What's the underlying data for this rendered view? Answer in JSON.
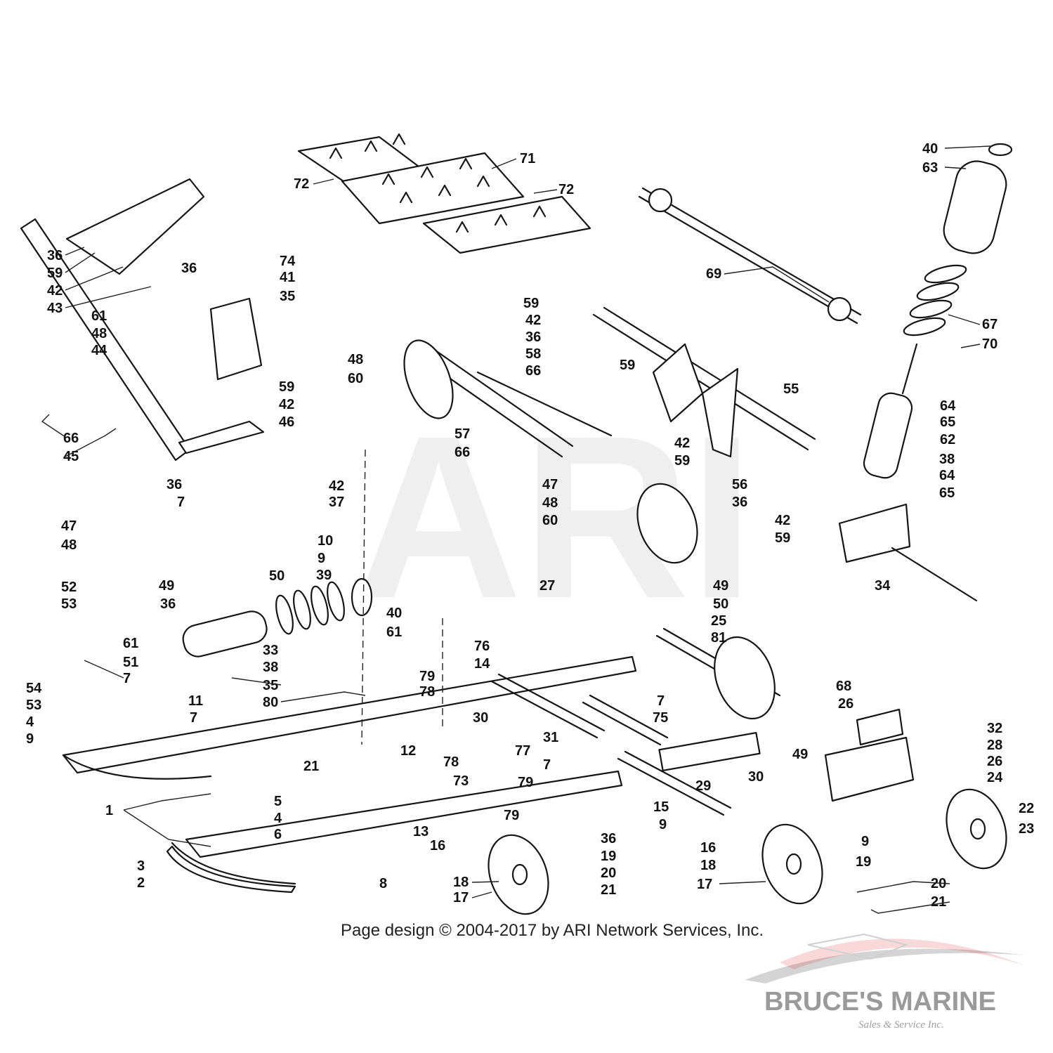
{
  "watermark": {
    "letters": "ARI"
  },
  "footer": {
    "copyright": "Page design © 2004-2017 by ARI Network Services, Inc."
  },
  "brand": {
    "name": "BRUCE'S MARINE",
    "tagline": "Sales & Service Inc.",
    "accent_red": "#d9262c",
    "accent_gray": "#8c8c8c"
  },
  "callouts": [
    "40",
    "63",
    "71",
    "72",
    "72",
    "69",
    "67",
    "70",
    "36",
    "59",
    "42",
    "43",
    "36",
    "41",
    "35",
    "74",
    "59",
    "42",
    "61",
    "48",
    "44",
    "36",
    "58",
    "59",
    "66",
    "48",
    "60",
    "55",
    "66",
    "45",
    "59",
    "42",
    "46",
    "57",
    "66",
    "42",
    "62",
    "64",
    "65",
    "42",
    "59",
    "36",
    "7",
    "37",
    "47",
    "48",
    "60",
    "56",
    "36",
    "38",
    "42",
    "59",
    "64",
    "65",
    "47",
    "48",
    "10",
    "9",
    "49",
    "50",
    "52",
    "53",
    "39",
    "49",
    "50",
    "27",
    "25",
    "34",
    "36",
    "40",
    "61",
    "81",
    "61",
    "33",
    "38",
    "51",
    "35",
    "54",
    "53",
    "7",
    "4",
    "76",
    "14",
    "80",
    "79",
    "78",
    "68",
    "26",
    "7",
    "75",
    "11",
    "9",
    "7",
    "30",
    "31",
    "77",
    "49",
    "32",
    "28",
    "26",
    "24",
    "1",
    "21",
    "12",
    "7",
    "78",
    "79",
    "73",
    "29",
    "30",
    "15",
    "5",
    "4",
    "6",
    "79",
    "36",
    "9",
    "22",
    "23",
    "13",
    "16",
    "16",
    "18",
    "9",
    "19",
    "8",
    "19",
    "18",
    "20",
    "3",
    "2",
    "17",
    "21",
    "17",
    "20",
    "21"
  ]
}
